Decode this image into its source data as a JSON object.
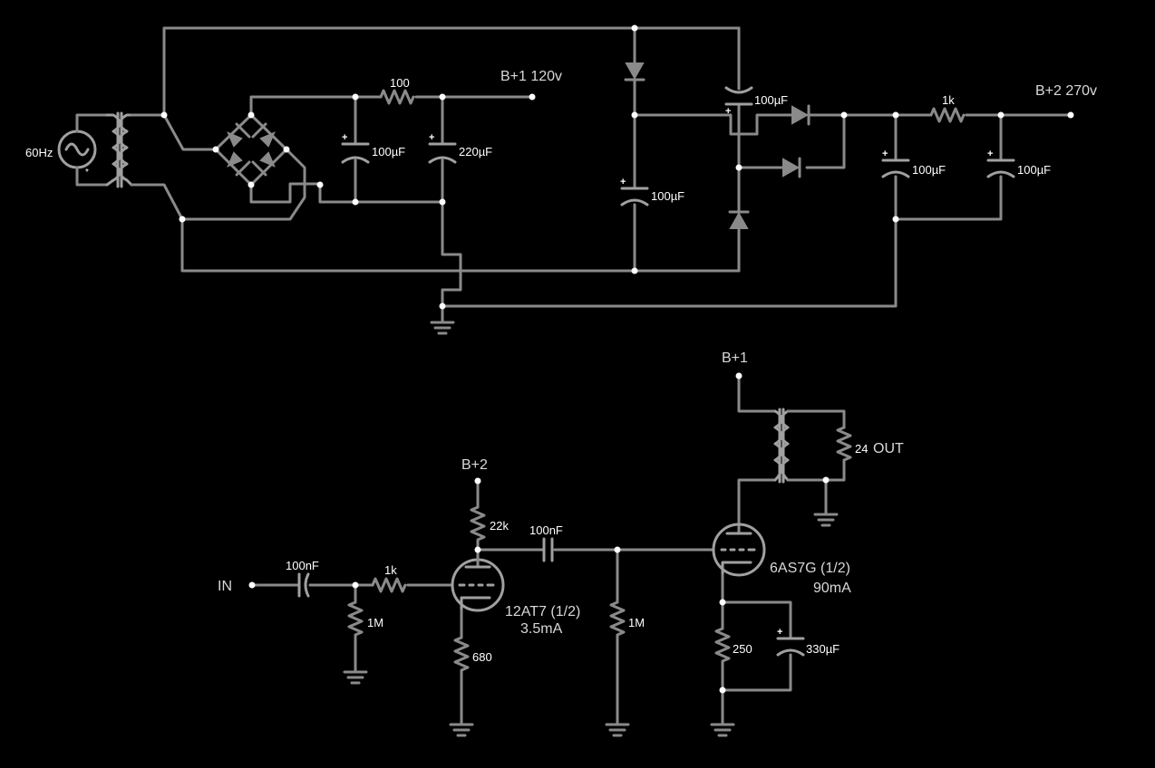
{
  "power_supply": {
    "source_label": "60Hz",
    "source_marker": "*",
    "resistor_100": "100",
    "cap_a": "100µF",
    "cap_b": "220µF",
    "b1_label": "B+1 120v",
    "cap_pump_top": "100µF",
    "cap_pump_left": "100µF",
    "resistor_1k": "1k",
    "cap_c": "100µF",
    "cap_d": "100µF",
    "b2_label": "B+2 270v"
  },
  "amp": {
    "in_label": "IN",
    "in_cap": "100nF",
    "grid_r": "1M",
    "grid_stop": "1k",
    "b2_label": "B+2",
    "plate_r": "22k",
    "cathode_r": "680",
    "v1_name": "12AT7 (1/2)",
    "v1_current": "3.5mA",
    "coupling_cap": "100nF",
    "grid_r2": "1M",
    "b1_label": "B+1",
    "load": "24",
    "out_label": "OUT",
    "v2_name": "6AS7G (1/2)",
    "v2_current": "90mA",
    "cathode_r2": "250",
    "cathode_cap": "330µF"
  },
  "colors": {
    "background": "#000000",
    "wire": "#8a8a8a",
    "node": "#ffffff",
    "label": "#ffffff"
  }
}
